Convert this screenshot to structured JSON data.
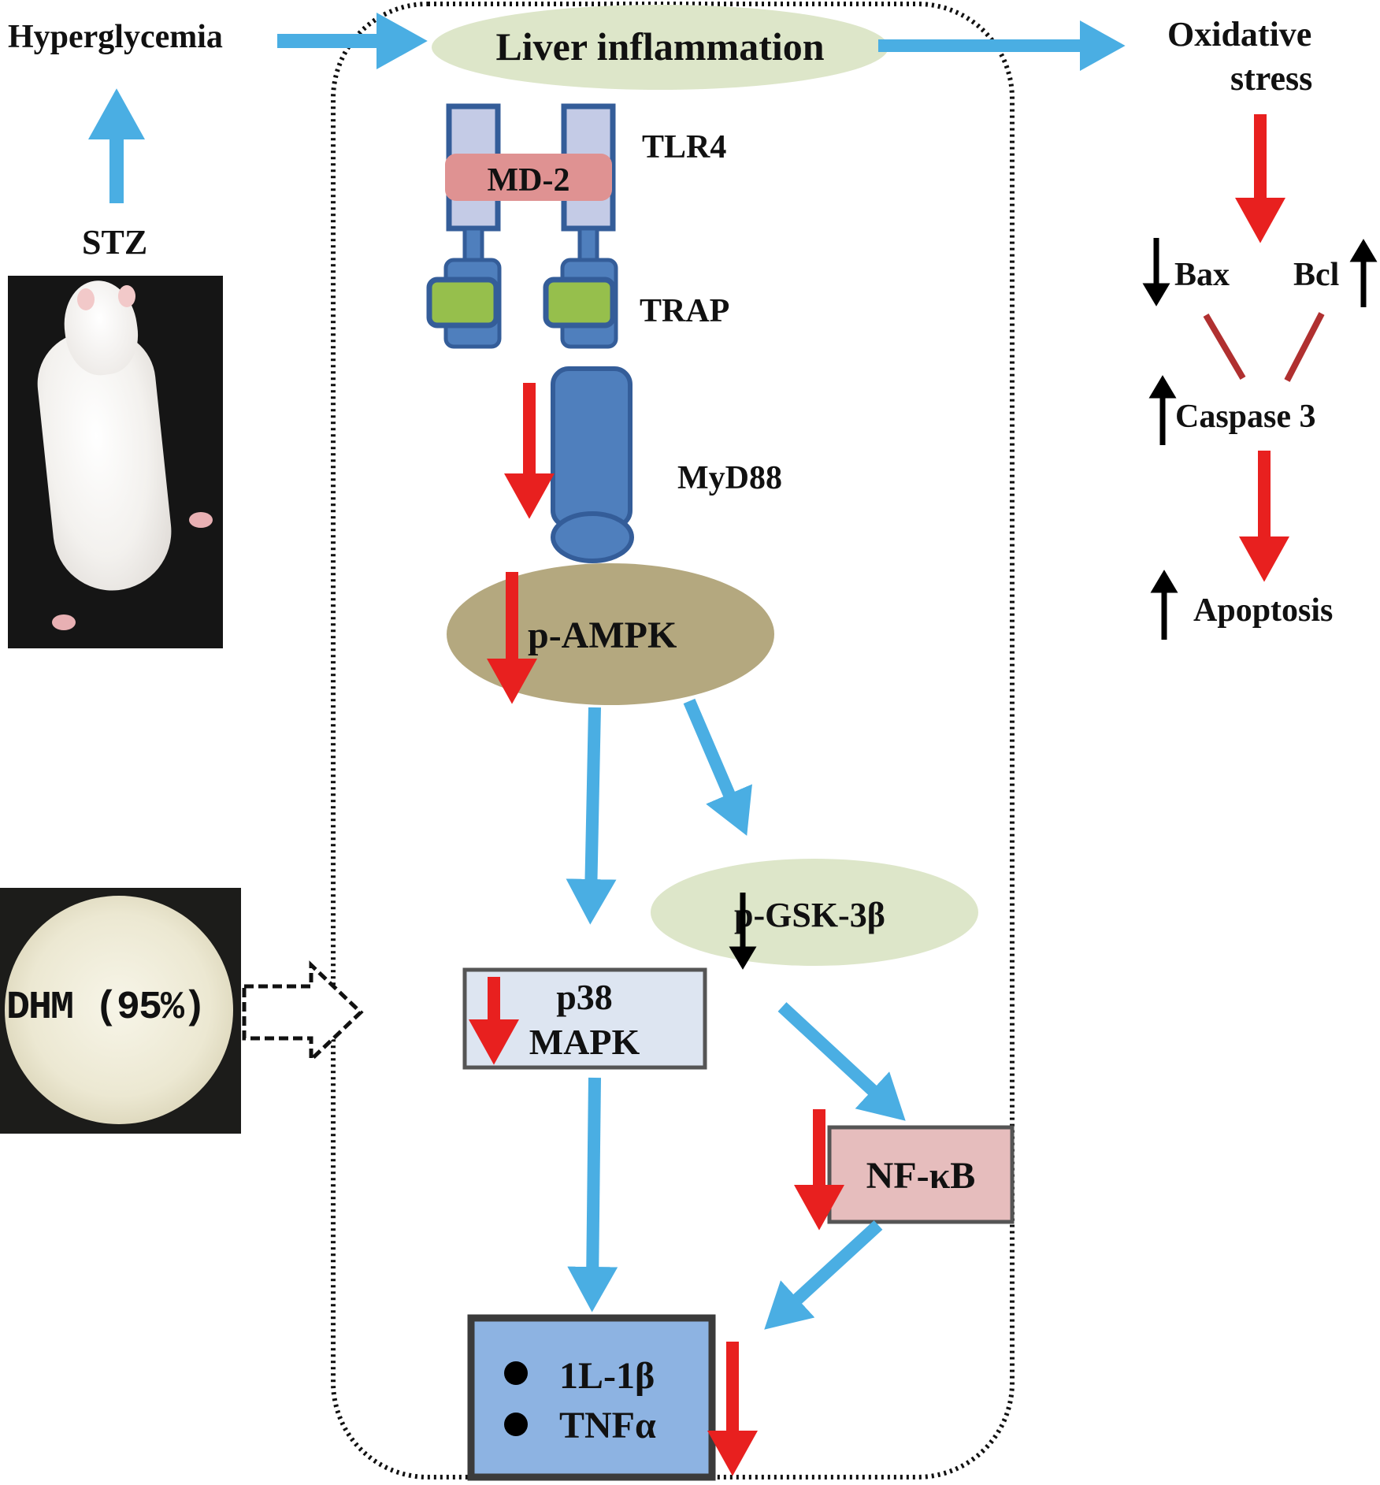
{
  "inputs": {
    "hyperglycemia": "Hyperglycemia",
    "stz": "STZ",
    "dhm": "DHM (95%)"
  },
  "pathway": {
    "liver_inflammation": "Liver inflammation",
    "tlr4": "TLR4",
    "md2": "MD-2",
    "trap": "TRAP",
    "myd88": "MyD88",
    "p_ampk": "p-AMPK",
    "p_gsk": "p-GSK-3β",
    "p38_line1": "p38",
    "p38_line2": "MAPK",
    "nfkb": "NF-κB",
    "il1b": "1L-1β",
    "tnfa": "TNFα"
  },
  "outcome": {
    "oxidative_line1": "Oxidative",
    "oxidative_line2": "stress",
    "bax": "Bax",
    "bcl": "Bcl",
    "caspase": "Caspase 3",
    "apoptosis": "Apoptosis"
  },
  "colors": {
    "blue_arrow": "#4aaee3",
    "red_arrow": "#e8201f",
    "liver_ellipse": "#dde6c9",
    "ampk_ellipse": "#b4a87f",
    "gsk_ellipse": "#dde6c9",
    "receptor_fill": "#c4cbe6",
    "receptor_stroke": "#345d99",
    "md2_fill": "#df9292",
    "trap_green": "#96bf4c",
    "myd88_fill": "#4f7fbd",
    "p38_fill": "#dde5f1",
    "nfkb_fill": "#e6bdbd",
    "cytokine_fill": "#8db3e2",
    "inhibit_line": "#b03030"
  }
}
